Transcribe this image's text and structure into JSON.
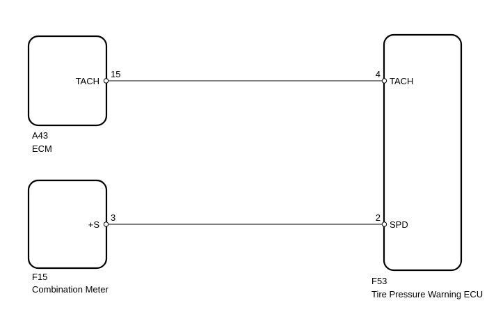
{
  "components": {
    "ecm": {
      "code": "A43",
      "name": "ECM",
      "terminal_label": "TACH",
      "terminal_pin": "15"
    },
    "combination_meter": {
      "code": "F15",
      "name": "Combination Meter",
      "terminal_label": "+S",
      "terminal_pin": "3"
    },
    "tpws_ecu": {
      "code": "F53",
      "name": "Tire Pressure Warning ECU",
      "terminals": [
        {
          "label": "TACH",
          "pin": "4"
        },
        {
          "label": "SPD",
          "pin": "2"
        }
      ]
    }
  },
  "wires": [
    {
      "from": "A43-15 TACH",
      "to": "F53-4 TACH"
    },
    {
      "from": "F15-3 +S",
      "to": "F53-2 SPD"
    }
  ]
}
